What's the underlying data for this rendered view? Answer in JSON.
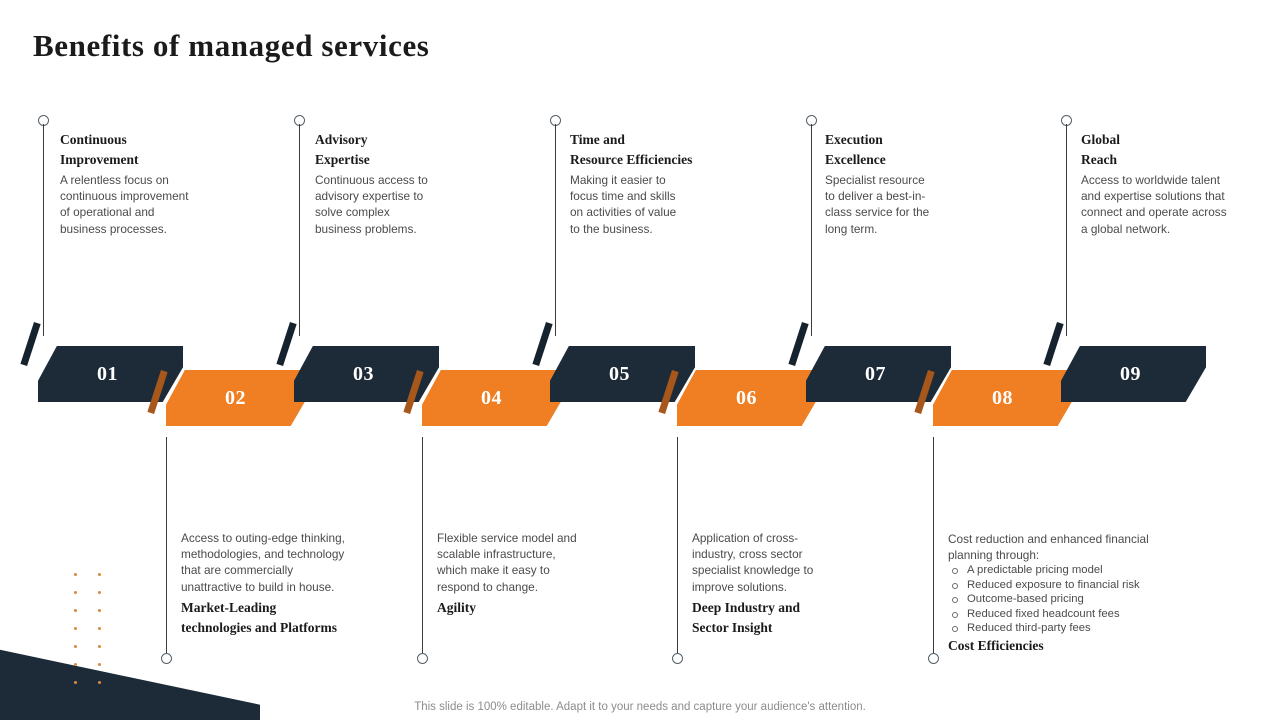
{
  "slide": {
    "title": "Benefits of managed services",
    "footer_note": "This slide is 100% editable. Adapt it to your needs and capture your audience's attention.",
    "colors": {
      "dark": "#1d2b39",
      "orange": "#ef7f22",
      "orange_dot": "#d98b3c",
      "body_text": "#4b4b4b",
      "heading_text": "#1b1b1b"
    }
  },
  "top_items": [
    {
      "number": "01",
      "heading": "Continuous\nImprovement",
      "body": "A relentless focus on\ncontinuous improvement\nof operational and\nbusiness processes."
    },
    {
      "number": "03",
      "heading": "Advisory\nExpertise",
      "body": "Continuous access to\nadvisory expertise to\nsolve complex\nbusiness problems."
    },
    {
      "number": "05",
      "heading": "Time and\nResource Efficiencies",
      "body": "Making it easier to\nfocus time and skills\non activities of value\nto the business."
    },
    {
      "number": "07",
      "heading": "Execution\nExcellence",
      "body": "Specialist resource\nto deliver a best-in-\nclass service for the\nlong term."
    },
    {
      "number": "09",
      "heading": "Global\nReach",
      "body": "Access to worldwide talent\nand expertise solutions that\nconnect and operate across\na global network."
    }
  ],
  "bottom_items": [
    {
      "number": "02",
      "body": "Access to outing-edge thinking,\nmethodologies, and technology\nthat are commercially\nunattractive to build in house.",
      "heading": "Market-Leading\ntechnologies and Platforms",
      "bullets": []
    },
    {
      "number": "04",
      "body": "Flexible service model and\nscalable infrastructure,\nwhich make it easy to\nrespond to change.",
      "heading": "Agility",
      "bullets": []
    },
    {
      "number": "06",
      "body": "Application of cross-\nindustry, cross sector\nspecialist knowledge to\nimprove solutions.",
      "heading": "Deep Industry and\nSector Insight",
      "bullets": []
    },
    {
      "number": "08",
      "body": "Cost reduction and enhanced financial\nplanning through:",
      "heading": "Cost Efficiencies",
      "bullets": [
        "A predictable pricing model",
        "Reduced exposure to financial risk",
        "Outcome-based pricing",
        "Reduced fixed headcount fees",
        "Reduced third-party fees"
      ]
    }
  ]
}
